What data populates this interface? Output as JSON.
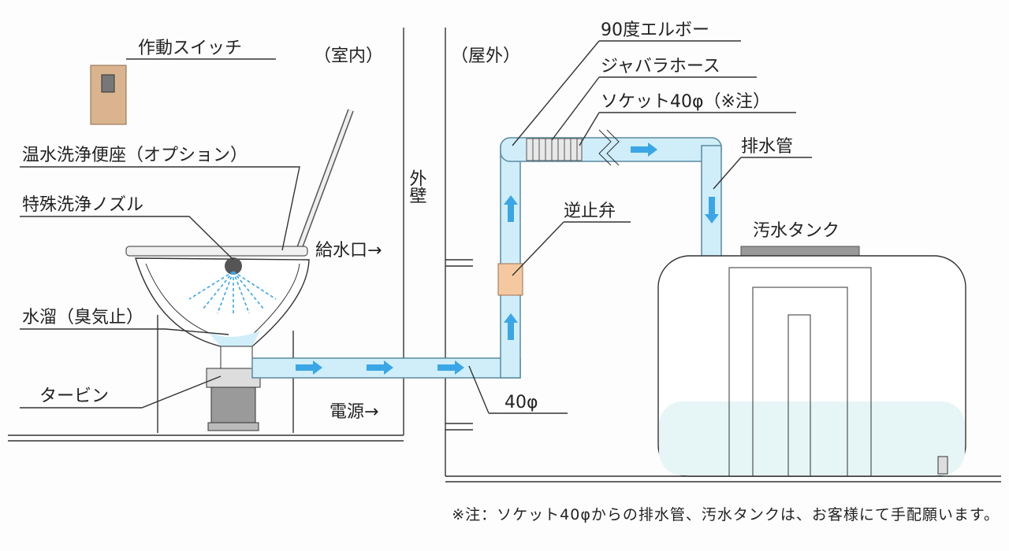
{
  "labels": {
    "switch": "作動スイッチ",
    "indoor": "（室内）",
    "outdoor": "（屋外）",
    "elbow": "90度エルボー",
    "bellows_hose": "ジャバラホース",
    "socket": "ソケット40φ（※注）",
    "drain_pipe": "排水管",
    "outer_wall": "外壁",
    "washlet": "温水洗浄便座（オプション）",
    "nozzle": "特殊洗浄ノズル",
    "check_valve": "逆止弁",
    "sewage_tank": "汚水タンク",
    "water_inlet": "給水口→",
    "water_seal": "水溜（臭気止）",
    "turbine": "タービン",
    "power": "電源→",
    "pipe_size": "40φ"
  },
  "footnote": "※注：ソケット40φからの排水管、汚水タンクは、お客様にて手配願います。",
  "colors": {
    "pipe": "#cfeefa",
    "arrow": "#3aa6e6",
    "valve": "#f5c9a0",
    "switch": "#d9b48f",
    "turbine": "#9a9a9a"
  }
}
